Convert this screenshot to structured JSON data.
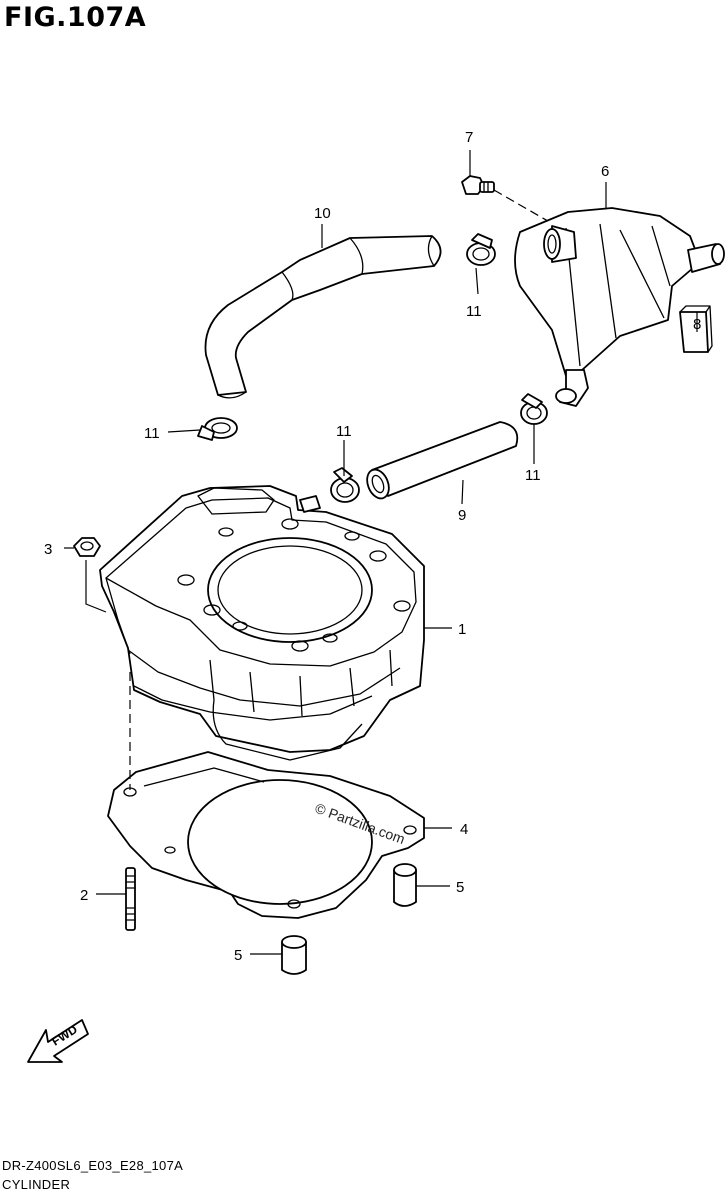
{
  "figure": {
    "title": "FIG.107A",
    "code": "DR-Z400SL6_E03_E28_107A",
    "name": "CYLINDER"
  },
  "watermark": "© Partzilla.com",
  "fwd_label": "FWD",
  "callouts": {
    "c1": "1",
    "c2": "2",
    "c3": "3",
    "c4": "4",
    "c5a": "5",
    "c5b": "5",
    "c6": "6",
    "c7": "7",
    "c8": "8",
    "c9": "9",
    "c10": "10",
    "c11a": "11",
    "c11b": "11",
    "c11c": "11",
    "c11d": "11"
  }
}
